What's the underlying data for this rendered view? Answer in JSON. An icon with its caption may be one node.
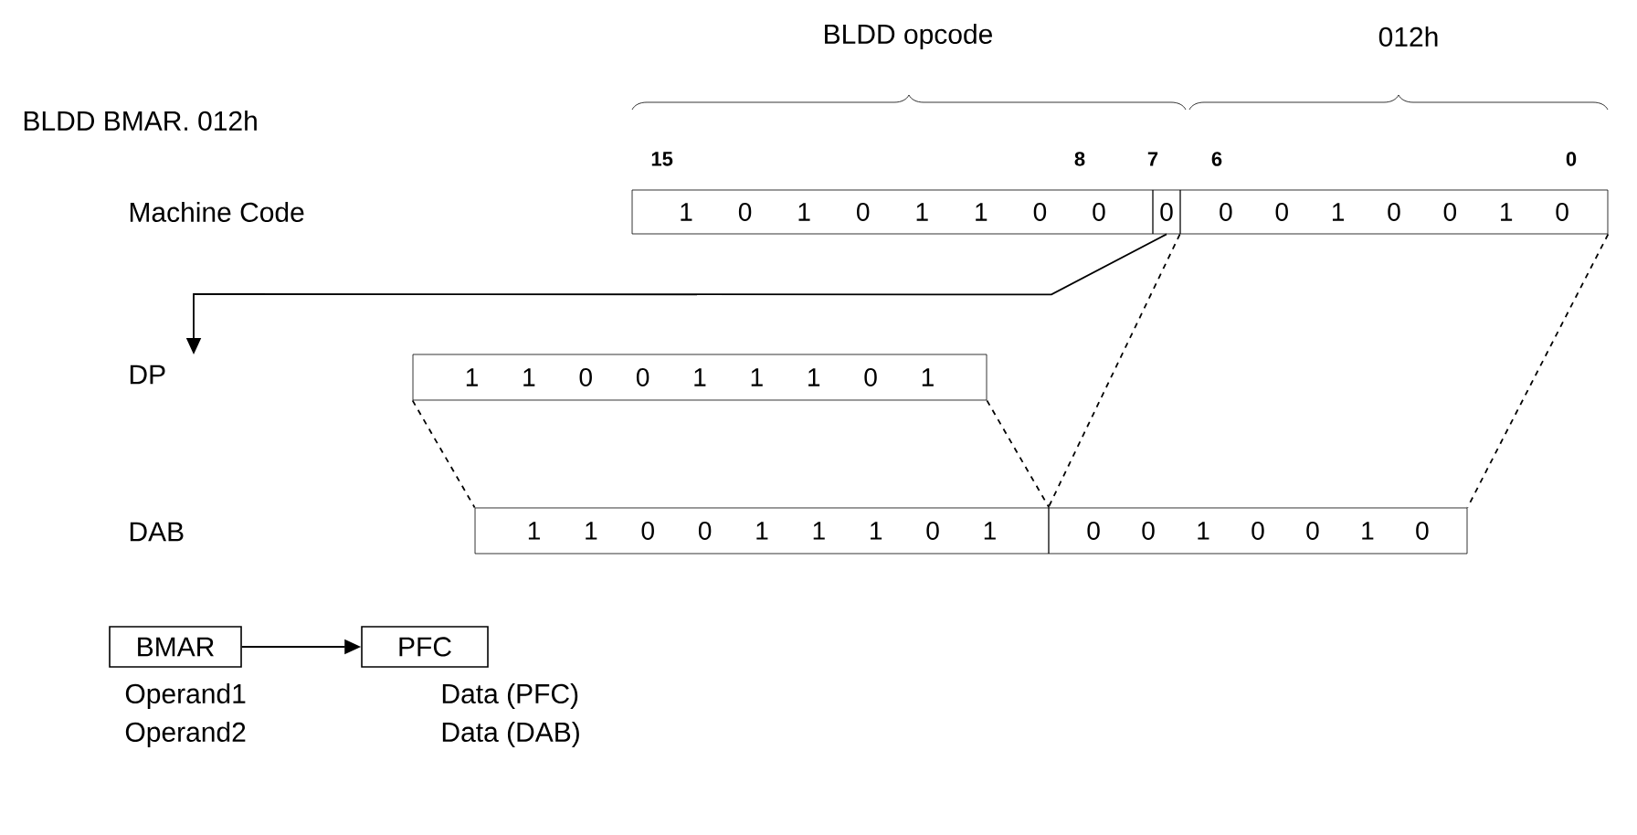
{
  "diagram": {
    "nodes": [
      {
        "text": [
          "1 0 1 0 1 1 0 0"
        ]
      },
      {
        "text": [
          "0"
        ]
      },
      {
        "text": [
          "0 0 1 0 0 1 0"
        ]
      },
      {
        "text": [
          "DP"
        ]
      },
      {
        "text": [
          "1 1 0 0 1 1 1 0 1"
        ]
      },
      {
        "text": [
          "1 1 0 0 1 1 1 0 1"
        ]
      },
      {
        "text": [
          "0 0 1 0 0 1 0"
        ]
      },
      {
        "text": [
          "BMAR"
        ]
      },
      {
        "text": [
          "PFC"
        ]
      }
    ],
    "edges": [
      {
        "from": 1,
        "to": 3,
        "arrow": "to"
      },
      {
        "from": 2,
        "to": 6,
        "arrow": "none",
        "style": "dashed"
      },
      {
        "from": 2,
        "to": 6,
        "arrow": "none",
        "style": "dashed"
      },
      {
        "from": 4,
        "to": 5,
        "arrow": "none",
        "style": "dashed"
      },
      {
        "from": 4,
        "to": 5,
        "arrow": "none",
        "style": "dashed"
      },
      {
        "from": 7,
        "to": 8,
        "arrow": "to"
      }
    ],
    "labels": [
      "BLDD opcode",
      "012h",
      "BLDD BMAR. 012h",
      "15",
      "8",
      "7",
      "6",
      "0",
      "Machine Code",
      "DAB",
      "Operand1",
      "Data (PFC)",
      "Operand2",
      "Data (DAB)"
    ]
  }
}
